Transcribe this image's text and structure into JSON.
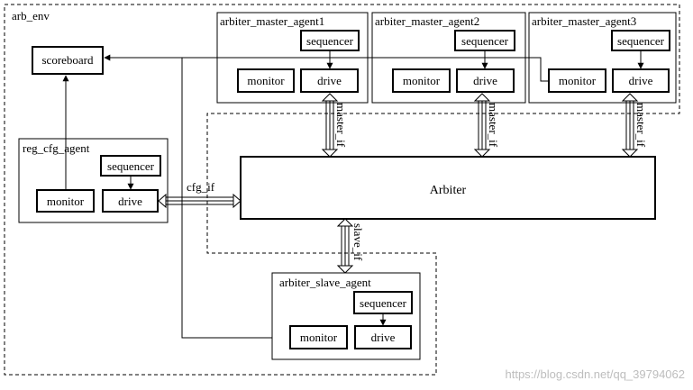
{
  "env": {
    "label": "arb_env"
  },
  "scoreboard": {
    "label": "scoreboard"
  },
  "reg_cfg_agent": {
    "label": "reg_cfg_agent",
    "sequencer": "sequencer",
    "monitor": "monitor",
    "drive": "drive"
  },
  "master_agents": [
    {
      "label": "arbiter_master_agent1",
      "sequencer": "sequencer",
      "monitor": "monitor",
      "drive": "drive",
      "interface": "master_if"
    },
    {
      "label": "arbiter_master_agent2",
      "sequencer": "sequencer",
      "monitor": "monitor",
      "drive": "drive",
      "interface": "master_if"
    },
    {
      "label": "arbiter_master_agent3",
      "sequencer": "sequencer",
      "monitor": "monitor",
      "drive": "drive",
      "interface": "master_if"
    }
  ],
  "dut": {
    "label": "Arbiter"
  },
  "interfaces": {
    "cfg": "cfg_if",
    "slave": "slave_if"
  },
  "slave_agent": {
    "label": "arbiter_slave_agent",
    "sequencer": "sequencer",
    "monitor": "monitor",
    "drive": "drive"
  },
  "watermark": "https://blog.csdn.net/qq_39794062"
}
